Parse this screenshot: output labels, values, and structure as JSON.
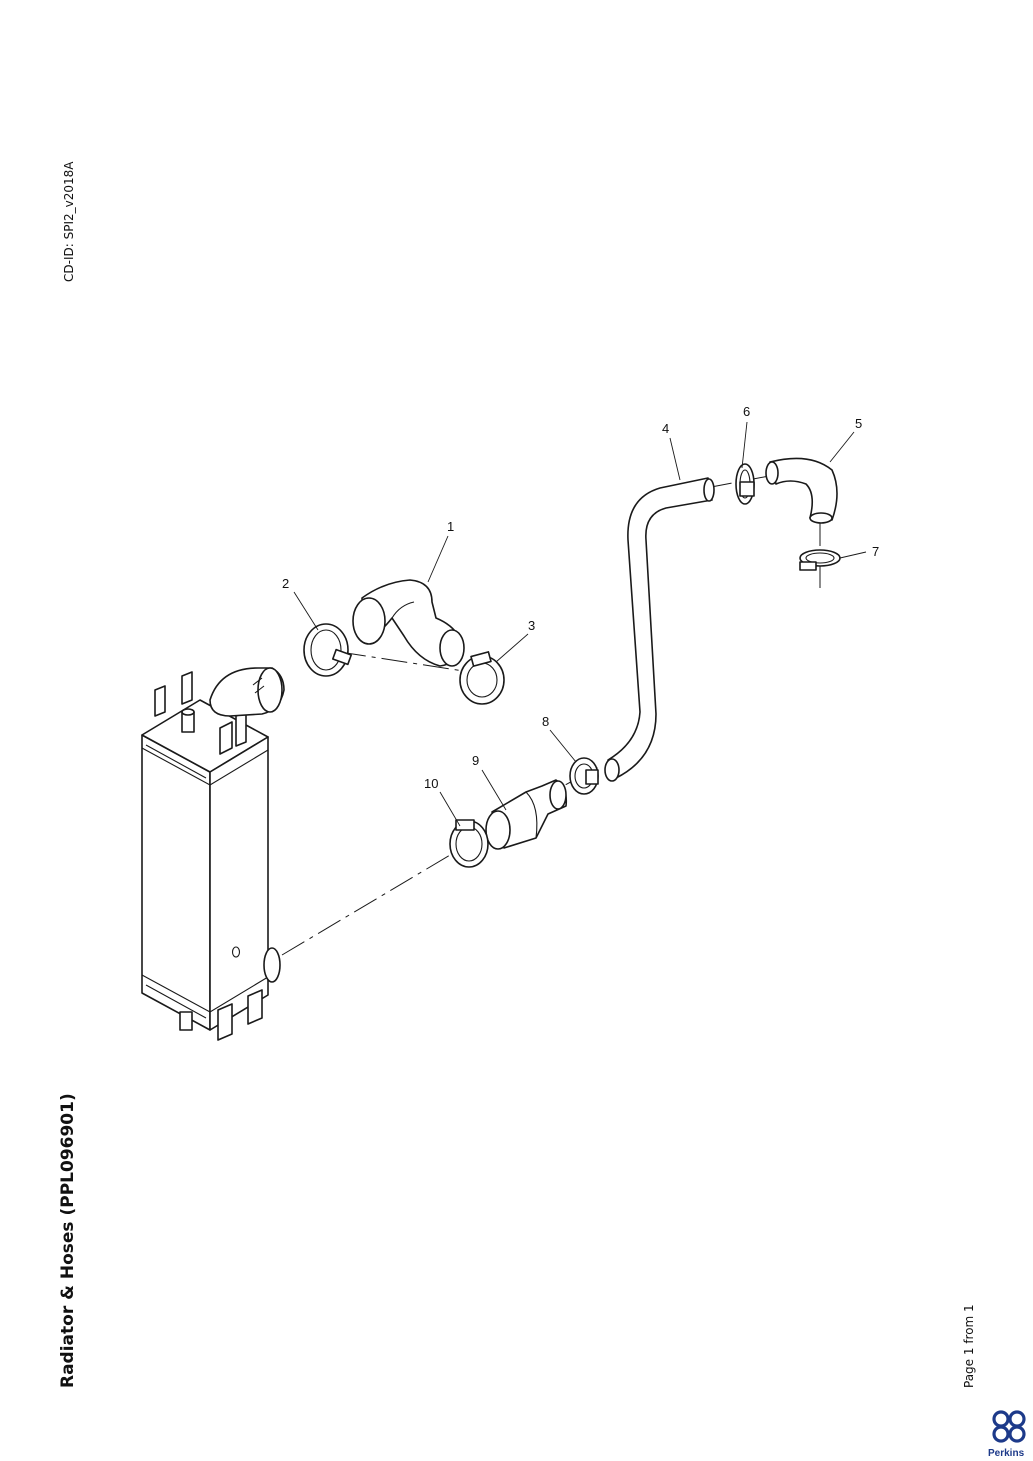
{
  "header": {
    "cd_id": "CD-ID: SPI2_v2018A"
  },
  "document": {
    "title": "Radiator & Hoses (PPL096901)",
    "page_indicator": "Page 1 from 1"
  },
  "brand": {
    "name": "Perkins",
    "color": "#1d3a8a",
    "icon": "perkins-logo-icon"
  },
  "callouts": {
    "c1": "1",
    "c2": "2",
    "c3": "3",
    "c4": "4",
    "c5": "5",
    "c6": "6",
    "c7": "7",
    "c8": "8",
    "c9": "9",
    "c10": "10"
  }
}
